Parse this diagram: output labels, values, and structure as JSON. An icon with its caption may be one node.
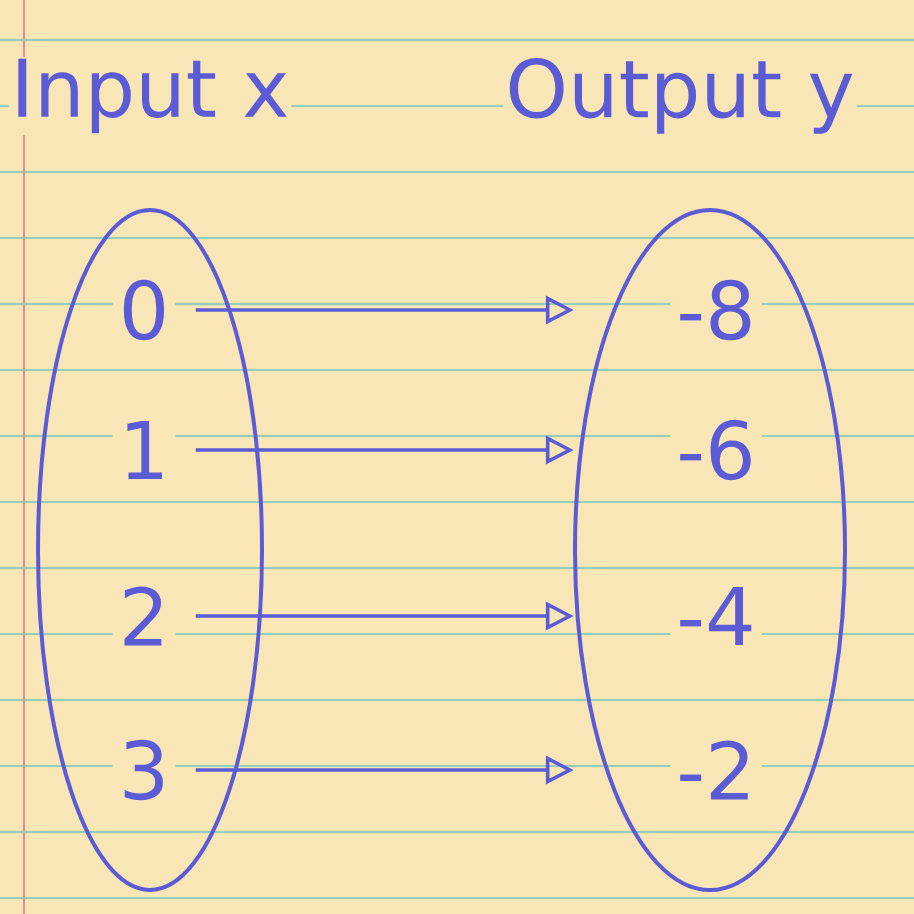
{
  "diagram": {
    "nodes": [
      {
        "text": [
          "Input x"
        ]
      },
      {
        "text": [
          "0"
        ],
        "in": 0
      },
      {
        "text": [
          "1"
        ],
        "in": 0
      },
      {
        "text": [
          "2"
        ],
        "in": 0
      },
      {
        "text": [
          "3"
        ],
        "in": 0
      },
      {
        "text": [
          "Output y"
        ]
      },
      {
        "text": [
          "-8"
        ],
        "in": 5
      },
      {
        "text": [
          "-6"
        ],
        "in": 5
      },
      {
        "text": [
          "-4"
        ],
        "in": 5
      },
      {
        "text": [
          "-2"
        ],
        "in": 5
      }
    ],
    "edges": [
      {
        "from": 1,
        "to": 6,
        "arrow": "to"
      },
      {
        "from": 2,
        "to": 7,
        "arrow": "to"
      },
      {
        "from": 3,
        "to": 8,
        "arrow": "to"
      },
      {
        "from": 4,
        "to": 9,
        "arrow": "to"
      }
    ]
  }
}
